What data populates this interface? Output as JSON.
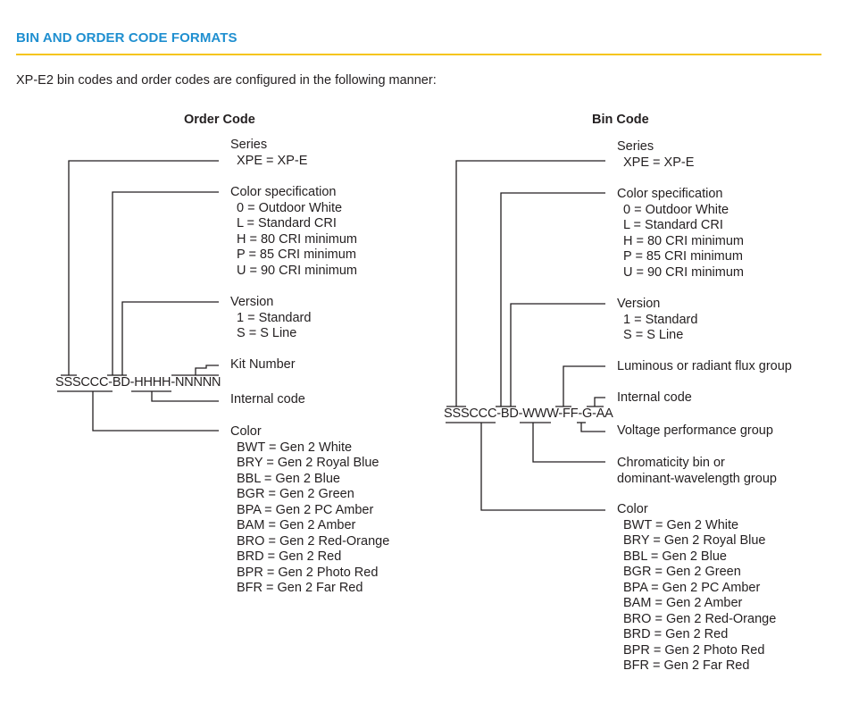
{
  "heading": "BIN AND ORDER CODE FORMATS",
  "intro": "XP-E2 bin codes and order codes are configured in the following manner:",
  "order": {
    "title": "Order Code",
    "code": "SSSCCC-BD-HHHH-NNNNN",
    "series": {
      "label": "Series",
      "items": [
        "XPE = XP-E"
      ]
    },
    "color_spec": {
      "label": "Color specification",
      "items": [
        "0 = Outdoor White",
        "L = Standard CRI",
        "H = 80 CRI minimum",
        "P = 85 CRI minimum",
        "U = 90 CRI minimum"
      ]
    },
    "version": {
      "label": "Version",
      "items": [
        "1 = Standard",
        "S = S Line"
      ]
    },
    "kit": {
      "label": "Kit Number"
    },
    "internal": {
      "label": "Internal code"
    },
    "color": {
      "label": "Color",
      "items": [
        "BWT = Gen 2 White",
        "BRY = Gen 2 Royal Blue",
        "BBL = Gen 2 Blue",
        "BGR = Gen 2 Green",
        "BPA = Gen 2 PC Amber",
        "BAM = Gen 2 Amber",
        "BRO = Gen 2 Red-Orange",
        "BRD = Gen 2 Red",
        "BPR = Gen 2 Photo Red",
        "BFR = Gen 2 Far Red"
      ]
    }
  },
  "bin": {
    "title": "Bin Code",
    "code": "SSSCCC-BD-WWW-FF-G-AA",
    "series": {
      "label": "Series",
      "items": [
        "XPE = XP-E"
      ]
    },
    "color_spec": {
      "label": "Color specification",
      "items": [
        "0 = Outdoor White",
        "L = Standard CRI",
        "H = 80 CRI minimum",
        "P = 85 CRI minimum",
        "U = 90 CRI minimum"
      ]
    },
    "version": {
      "label": "Version",
      "items": [
        "1 = Standard",
        "S = S Line"
      ]
    },
    "flux": {
      "label": "Luminous or radiant flux group"
    },
    "internal": {
      "label": "Internal code"
    },
    "voltage": {
      "label": "Voltage performance group"
    },
    "chroma": {
      "lines": [
        "Chromaticity bin or",
        "dominant-wavelength group"
      ]
    },
    "color": {
      "label": "Color",
      "items": [
        "BWT = Gen 2 White",
        "BRY = Gen 2 Royal Blue",
        "BBL = Gen 2 Blue",
        "BGR = Gen 2 Green",
        "BPA = Gen 2 PC Amber",
        "BAM = Gen 2 Amber",
        "BRO = Gen 2 Red-Orange",
        "BRD = Gen 2 Red",
        "BPR = Gen 2 Photo Red",
        "BFR = Gen 2 Far Red"
      ]
    }
  }
}
